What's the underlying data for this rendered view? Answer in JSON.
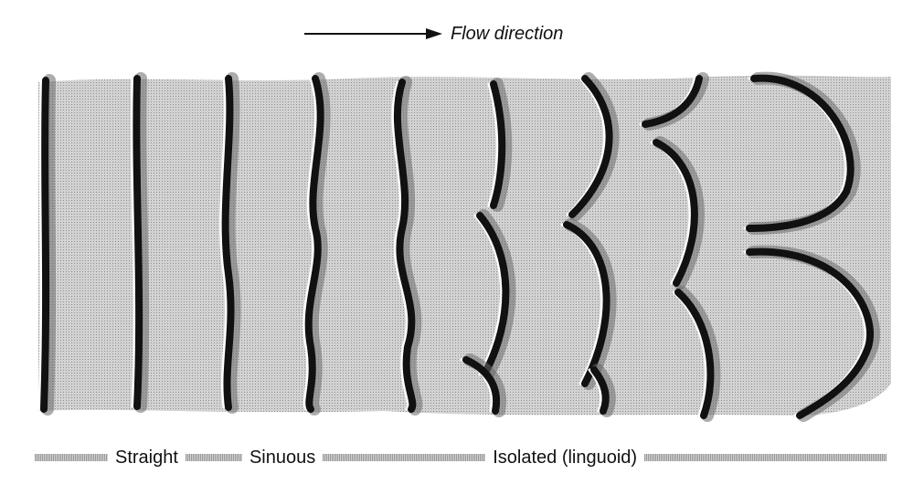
{
  "header": {
    "flow_label": "Flow direction"
  },
  "legend": {
    "straight": "Straight",
    "sinuous": "Sinuous",
    "isolated": "Isolated (linguoid)"
  },
  "colors": {
    "crest": "#111111",
    "background": "#c9c9c9"
  }
}
